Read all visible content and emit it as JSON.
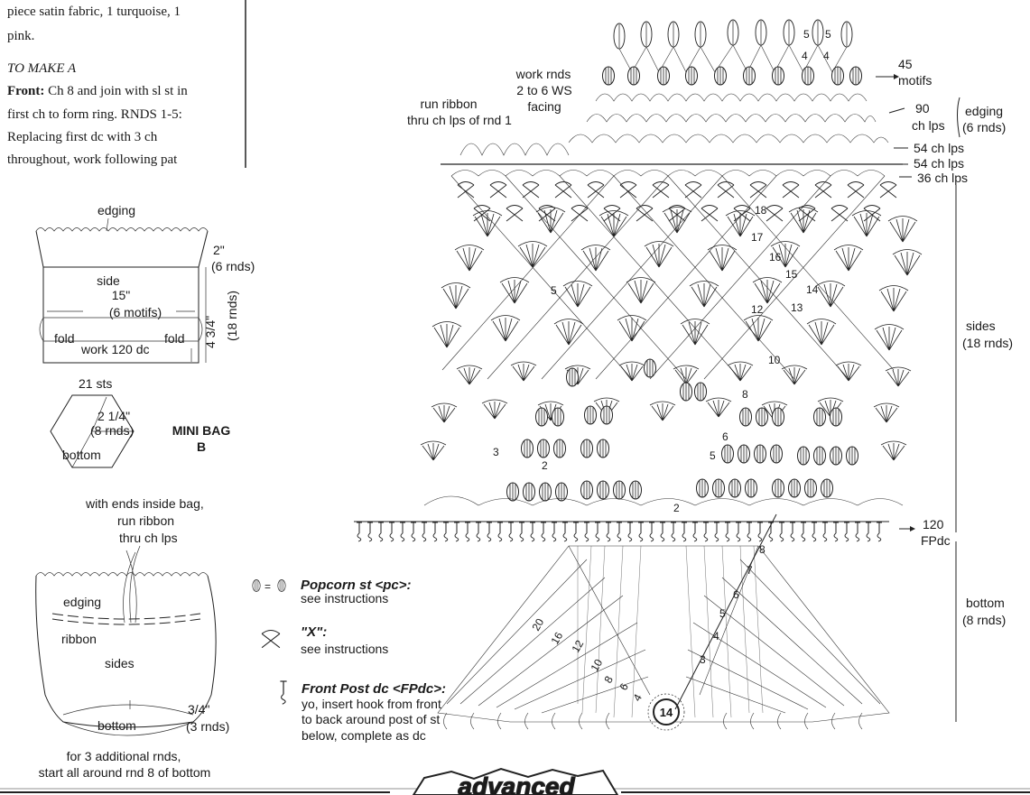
{
  "text_block": {
    "line1": "piece satin fabric, 1 turquoise, 1",
    "line2": "pink.",
    "heading": "TO MAKE A",
    "front_label": "Front:",
    "para_l1": " Ch 8 and join with sl st in",
    "para_l2": "first ch to form ring. RNDS 1-5:",
    "para_l3": "Replacing first dc with 3 ch",
    "para_l4": "throughout, work following pat"
  },
  "schematic_a": {
    "edging": "edging",
    "height_edging": "2\"",
    "rnds_edging": "(6 rnds)",
    "side": "side",
    "width": "15\"",
    "motifs": "(6 motifs)",
    "height_side": "4 3/4\"",
    "rnds_side": "(18 rnds)",
    "fold_left": "fold",
    "fold_right": "fold",
    "work": "work 120 dc"
  },
  "schematic_bottom": {
    "sts": "21 sts",
    "radius": "2 1/4\"",
    "rnds": "(8 rnds)",
    "label": "bottom"
  },
  "title": {
    "line1": "MINI BAG",
    "line2": "B"
  },
  "bag_sketch": {
    "note1": "with ends inside bag,",
    "note2": "run ribbon",
    "note3": "thru ch lps",
    "edging": "edging",
    "ribbon": "ribbon",
    "sides": "sides",
    "bottom": "bottom",
    "height": "3/4\"",
    "rnds": "(3 rnds)",
    "foot1": "for 3 additional rnds,",
    "foot2": "start all around rnd 8 of bottom"
  },
  "legend": {
    "popcorn_title": "Popcorn st <pc>:",
    "popcorn_desc": "see instructions",
    "x_title": "\"X\":",
    "x_desc": "see instructions",
    "fpdc_title": "Front Post dc <FPdc>:",
    "fpdc_l1": "yo, insert hook from front",
    "fpdc_l2": "to back around post of st",
    "fpdc_l3": "below, complete as dc"
  },
  "chart_labels": {
    "work_rnds_1": "work rnds",
    "work_rnds_2": "2 to 6 WS",
    "work_rnds_3": "facing",
    "run_ribbon_1": "run ribbon",
    "run_ribbon_2": "thru ch lps of rnd 1",
    "motifs_count": "45",
    "motifs": "motifs",
    "chlps90_count": "90",
    "chlps90": "ch lps",
    "chlps54a": "54 ch lps",
    "chlps54b": "54 ch lps",
    "chlps36": "36 ch lps",
    "fpdc_count": "120",
    "fpdc": "FPdc",
    "edging": "edging",
    "edging_rnds": "(6 rnds)",
    "sides": "sides",
    "sides_rnds": "(18 rnds)",
    "bottom": "bottom",
    "bottom_rnds": "(8 rnds)",
    "center_count": "14",
    "banner": "advanced"
  },
  "round_numbers": {
    "top_5a": "5",
    "top_5b": "5",
    "top_4a": "4",
    "top_4b": "4",
    "side_18": "18",
    "side_17": "17",
    "side_16": "16",
    "side_15": "15",
    "side_14": "14",
    "side_13": "13",
    "side_12": "12",
    "side_10": "10",
    "side_8": "8",
    "side_6": "6",
    "side_5": "5",
    "side_2": "2",
    "bot_8": "8",
    "bot_7": "7",
    "bot_6": "6",
    "bot_5": "5",
    "bot_4": "4",
    "bot_3": "3",
    "bot_20": "20",
    "bot_16": "16",
    "bot_12": "12",
    "bot_10": "10",
    "bot_8b": "8",
    "bot_6b": "6",
    "bot_4b": "4",
    "pc_5": "5",
    "pc_3": "3",
    "pc_2": "2"
  },
  "colors": {
    "ink": "#1a1a1a",
    "paper": "#ffffff"
  }
}
